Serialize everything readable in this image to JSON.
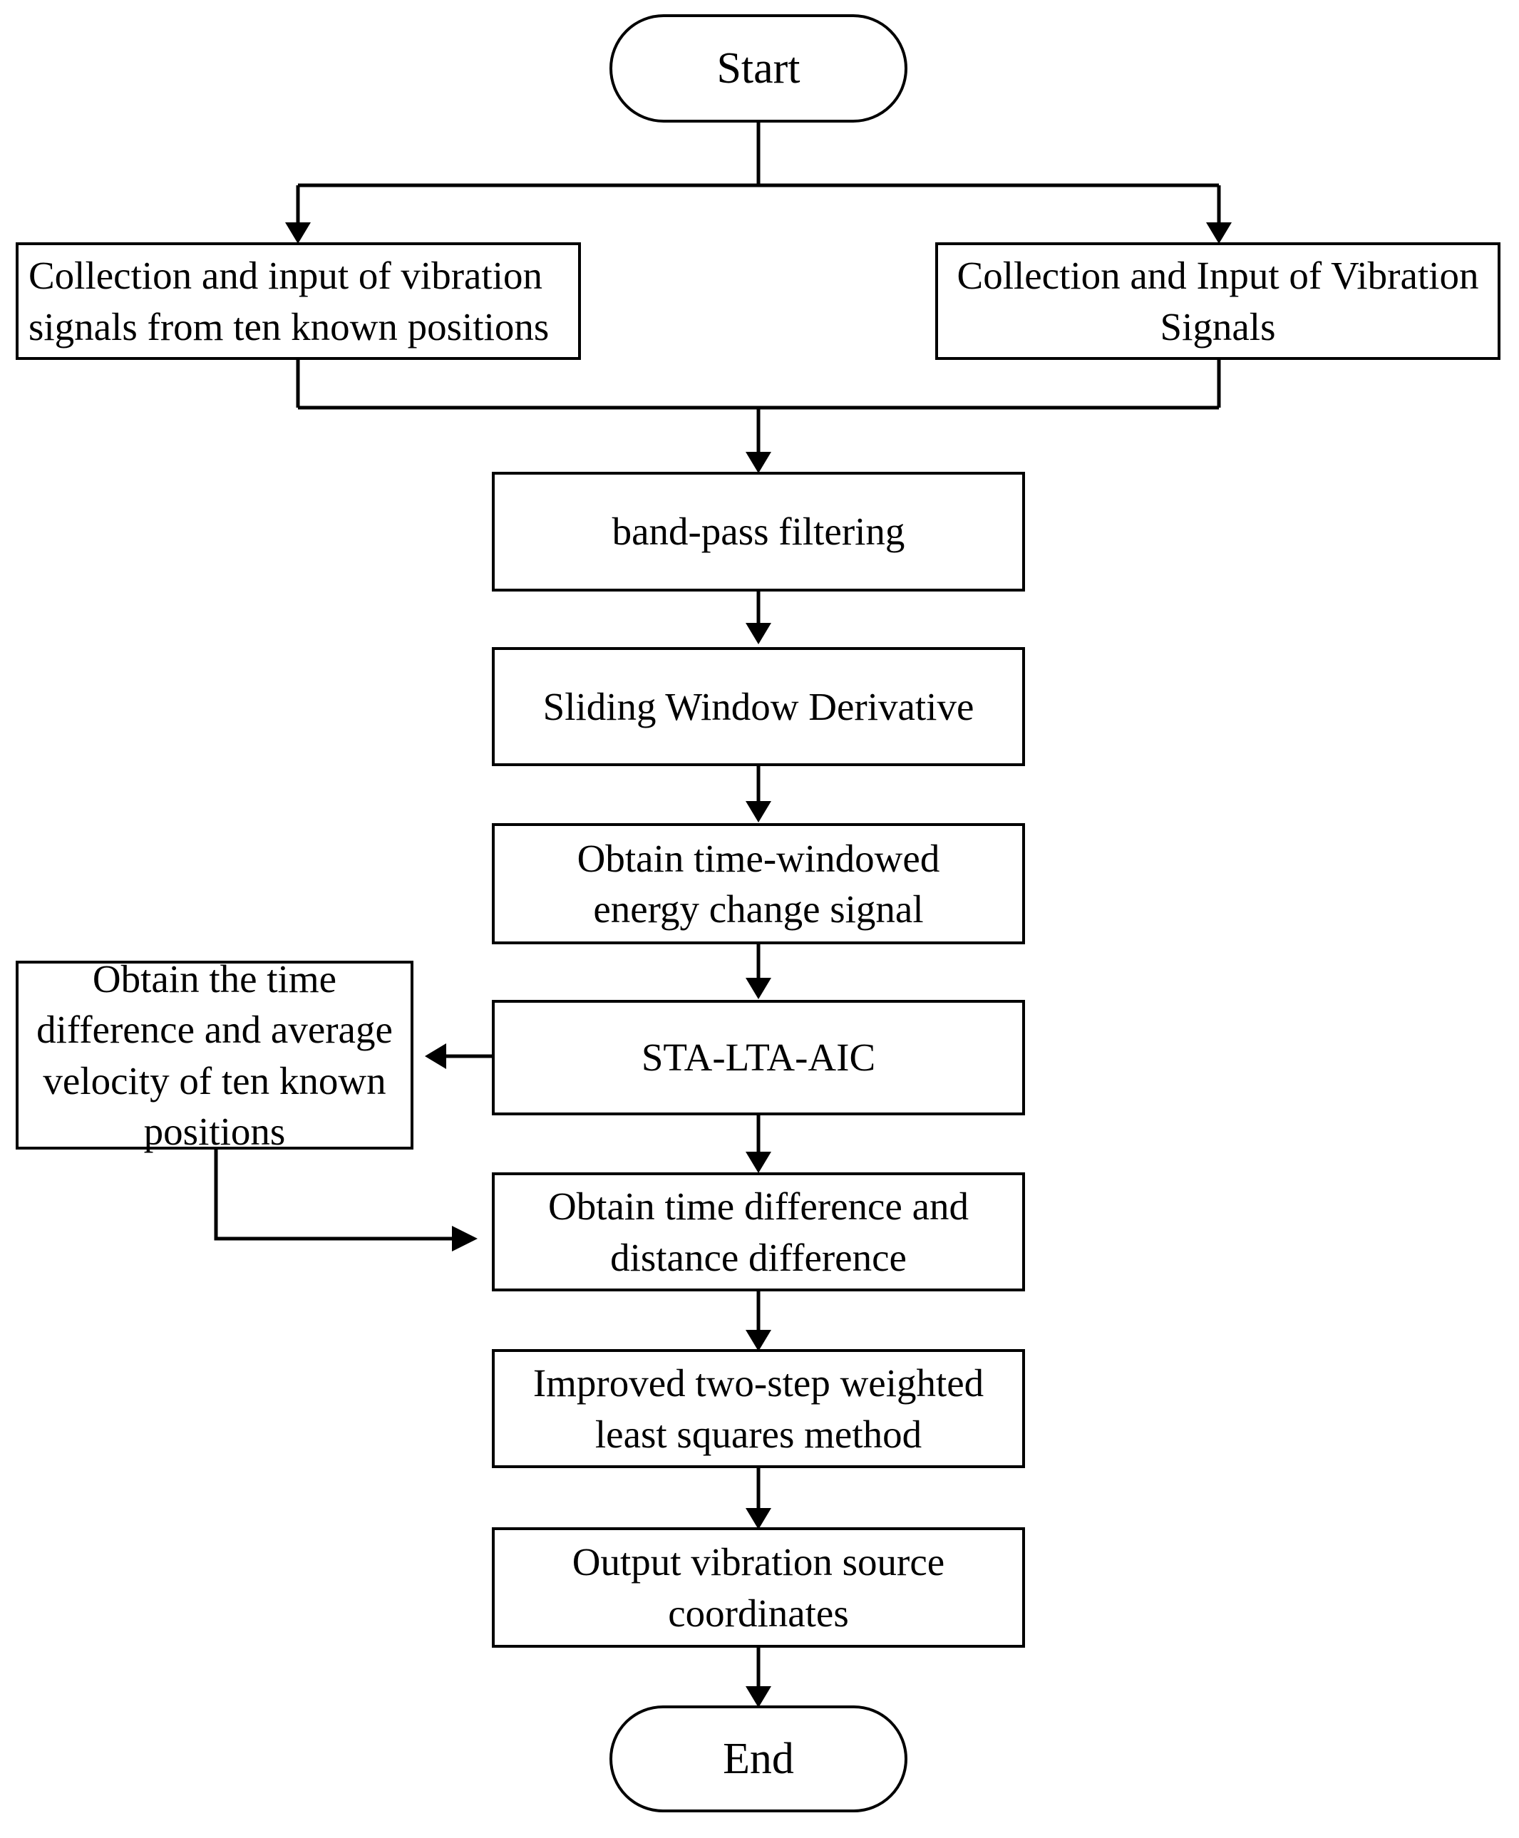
{
  "diagram": {
    "title": "Vibration source localization flowchart",
    "stroke_color": "#000000",
    "background_color": "#ffffff",
    "node_fill_color": "#ffffff",
    "nodes": [
      {
        "id": "start",
        "shape": "stadium",
        "label": "Start",
        "align": "center"
      },
      {
        "id": "collect-known",
        "shape": "rect",
        "label": "Collection and input of vibration\nsignals from ten known positions",
        "align": "left"
      },
      {
        "id": "collect-vibration",
        "shape": "rect",
        "label": "Collection and Input of Vibration\nSignals",
        "align": "center"
      },
      {
        "id": "band-pass",
        "shape": "rect",
        "label": "band-pass filtering",
        "align": "center"
      },
      {
        "id": "sliding-window",
        "shape": "rect",
        "label": "Sliding Window Derivative",
        "align": "center"
      },
      {
        "id": "energy-change",
        "shape": "rect",
        "label": "Obtain time-windowed\nenergy change signal",
        "align": "center"
      },
      {
        "id": "sta-lta-aic",
        "shape": "rect",
        "label": "STA-LTA-AIC",
        "align": "center"
      },
      {
        "id": "time-velocity",
        "shape": "rect",
        "label": "Obtain the time\ndifference and average\nvelocity of ten known\npositions",
        "align": "center"
      },
      {
        "id": "time-distance",
        "shape": "rect",
        "label": "Obtain time difference and\ndistance difference",
        "align": "center"
      },
      {
        "id": "least-squares",
        "shape": "rect",
        "label": "Improved two-step weighted\nleast squares method",
        "align": "center"
      },
      {
        "id": "output-coords",
        "shape": "rect",
        "label": "Output vibration source\ncoordinates",
        "align": "center"
      },
      {
        "id": "end",
        "shape": "stadium",
        "label": "End",
        "align": "center"
      }
    ],
    "edges": [
      {
        "id": "start-to-collect-known",
        "from": "start",
        "to": "collect-known",
        "routing": "split-left",
        "arrowhead": "down"
      },
      {
        "id": "start-to-collect-vibration",
        "from": "start",
        "to": "collect-vibration",
        "routing": "split-right",
        "arrowhead": "down"
      },
      {
        "id": "collect-known-to-band-pass",
        "from": "collect-known",
        "to": "band-pass",
        "routing": "merge-left",
        "arrowhead": "none"
      },
      {
        "id": "collect-vibration-to-band-pass",
        "from": "collect-vibration",
        "to": "band-pass",
        "routing": "merge-right",
        "arrowhead": "down"
      },
      {
        "id": "band-pass-to-sliding-window",
        "from": "band-pass",
        "to": "sliding-window",
        "routing": "straight",
        "arrowhead": "down"
      },
      {
        "id": "sliding-window-to-energy-change",
        "from": "sliding-window",
        "to": "energy-change",
        "routing": "straight",
        "arrowhead": "down"
      },
      {
        "id": "energy-change-to-sta-lta-aic",
        "from": "energy-change",
        "to": "sta-lta-aic",
        "routing": "straight",
        "arrowhead": "down"
      },
      {
        "id": "sta-lta-aic-to-time-velocity",
        "from": "sta-lta-aic",
        "to": "time-velocity",
        "routing": "horizontal",
        "arrowhead": "left"
      },
      {
        "id": "sta-lta-aic-to-time-distance",
        "from": "sta-lta-aic",
        "to": "time-distance",
        "routing": "straight",
        "arrowhead": "down"
      },
      {
        "id": "time-velocity-to-time-distance",
        "from": "time-velocity",
        "to": "time-distance",
        "routing": "elbow",
        "arrowhead": "right"
      },
      {
        "id": "time-distance-to-least-squares",
        "from": "time-distance",
        "to": "least-squares",
        "routing": "straight",
        "arrowhead": "down"
      },
      {
        "id": "least-squares-to-output-coords",
        "from": "least-squares",
        "to": "output-coords",
        "routing": "straight",
        "arrowhead": "down"
      },
      {
        "id": "output-coords-to-end",
        "from": "output-coords",
        "to": "end",
        "routing": "straight",
        "arrowhead": "down"
      }
    ]
  }
}
